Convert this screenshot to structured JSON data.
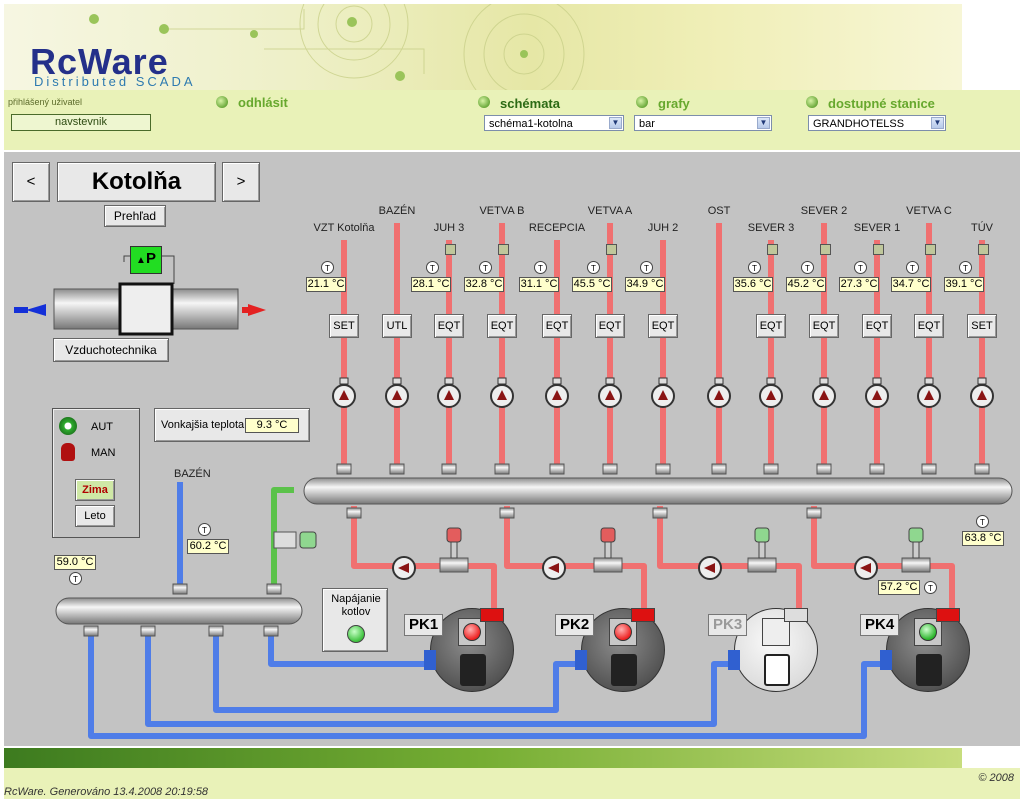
{
  "header": {
    "logo_main": "RcWare",
    "logo_sub": "Distributed SCADA"
  },
  "topbar": {
    "user_label": "přihlášený uživatel",
    "user_value": "navstevnik",
    "logout": "odhlásit",
    "schemes_label": "schémata",
    "schemes_value": "schéma1-kotolna",
    "charts_label": "grafy",
    "charts_value": "bar",
    "stations_label": "dostupné stanice",
    "stations_value": "GRANDHOTELSS"
  },
  "scheme": {
    "prev": "<",
    "next": ">",
    "title": "Kotolňa",
    "overview_button": "Prehľad",
    "ahu_button": "Vzduchotechnika",
    "ahu_p_label": "P",
    "mode_aut": "AUT",
    "mode_man": "MAN",
    "winter_button": "Zima",
    "summer_button": "Leto",
    "outdoor_label": "Vonkajšia teplota",
    "outdoor_value": "9.3 °C",
    "pool_label": "BAZÉN",
    "pool_value": "60.2 °C",
    "manifold_value": "59.0 °C",
    "return_value": "63.8 °C",
    "feed_label": "Napájanie kotlov",
    "pk4_temp": "57.2 °C",
    "t": "T",
    "circuits": [
      {
        "name": "VZT Kotolňa",
        "temp": "21.1 °C",
        "mode": "SET"
      },
      {
        "name": "BAZÉN",
        "temp": "",
        "mode": "UTL"
      },
      {
        "name": "JUH 3",
        "temp": "28.1 °C",
        "mode": "EQT"
      },
      {
        "name": "VETVA B",
        "temp": "32.8 °C",
        "mode": "EQT"
      },
      {
        "name": "RECEPCIA",
        "temp": "31.1 °C",
        "mode": "EQT"
      },
      {
        "name": "VETVA A",
        "temp": "45.5 °C",
        "mode": "EQT"
      },
      {
        "name": "JUH 2",
        "temp": "34.9 °C",
        "mode": "EQT"
      },
      {
        "name": "OST",
        "temp": "",
        "mode": ""
      },
      {
        "name": "SEVER 3",
        "temp": "35.6 °C",
        "mode": "EQT"
      },
      {
        "name": "SEVER 2",
        "temp": "45.2 °C",
        "mode": "EQT"
      },
      {
        "name": "SEVER 1",
        "temp": "27.3 °C",
        "mode": "EQT"
      },
      {
        "name": "VETVA C",
        "temp": "34.7 °C",
        "mode": "EQT"
      },
      {
        "name": "TÚV",
        "temp": "39.1 °C",
        "mode": "SET"
      }
    ],
    "boilers": [
      {
        "label": "PK1",
        "active": true,
        "status": "red"
      },
      {
        "label": "PK2",
        "active": true,
        "status": "red"
      },
      {
        "label": "PK3",
        "active": false,
        "status": "off"
      },
      {
        "label": "PK4",
        "active": true,
        "status": "green"
      }
    ]
  },
  "footer": {
    "generated": "RcWare. Generováno 13.4.2008 20:19:58",
    "copyright": "© 2008"
  },
  "colors": {
    "hot_pipe": "#f07070",
    "cold_pipe": "#4f7de8",
    "green_pipe": "#5bc24a",
    "panel_bg": "#c3c3c3",
    "topbar_bg": "#e9f2b8"
  }
}
